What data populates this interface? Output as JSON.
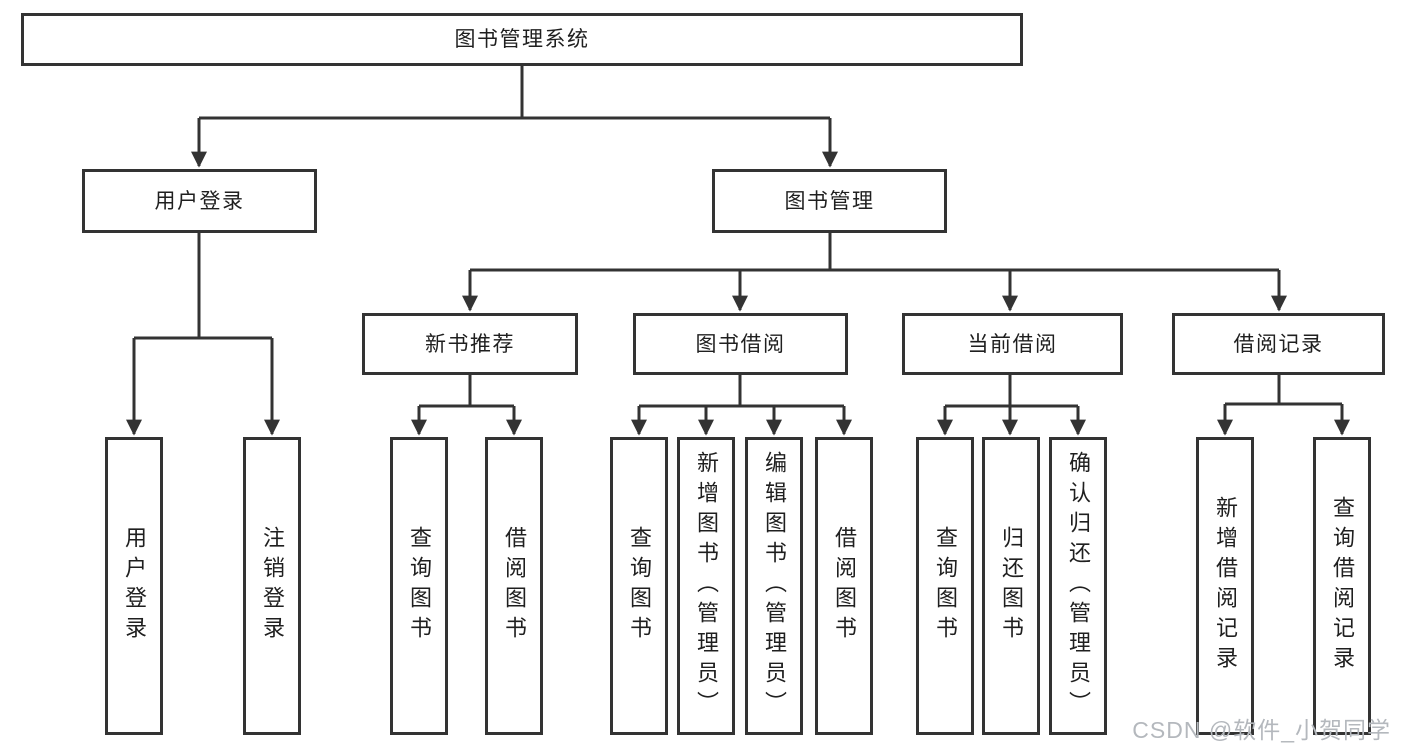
{
  "nodes": {
    "root": "图书管理系统",
    "user_login": "用户登录",
    "book_management": "图书管理",
    "new_book_recommend": "新书推荐",
    "book_borrowing": "图书借阅",
    "current_borrowing": "当前借阅",
    "borrowing_records": "借阅记录",
    "leaf_user_login": "用户登录",
    "leaf_logout": "注销登录",
    "leaf_query_books_rec": "查询图书",
    "leaf_borrow_books_rec": "借阅图书",
    "leaf_query_books_borrow": "查询图书",
    "leaf_add_books_admin": "新增图书（管理员）",
    "leaf_edit_books_admin": "编辑图书（管理员）",
    "leaf_borrow_books_borrow": "借阅图书",
    "leaf_query_books_current": "查询图书",
    "leaf_return_books": "归还图书",
    "leaf_confirm_return_admin": "确认归还（管理员）",
    "leaf_add_borrow_record": "新增借阅记录",
    "leaf_query_borrow_record": "查询借阅记录"
  },
  "watermark": "CSDN @软件_小贺同学",
  "colors": {
    "line": "#333333",
    "background": "#ffffff",
    "text": "#1f1f1f",
    "watermark": "#b4b8bd"
  }
}
